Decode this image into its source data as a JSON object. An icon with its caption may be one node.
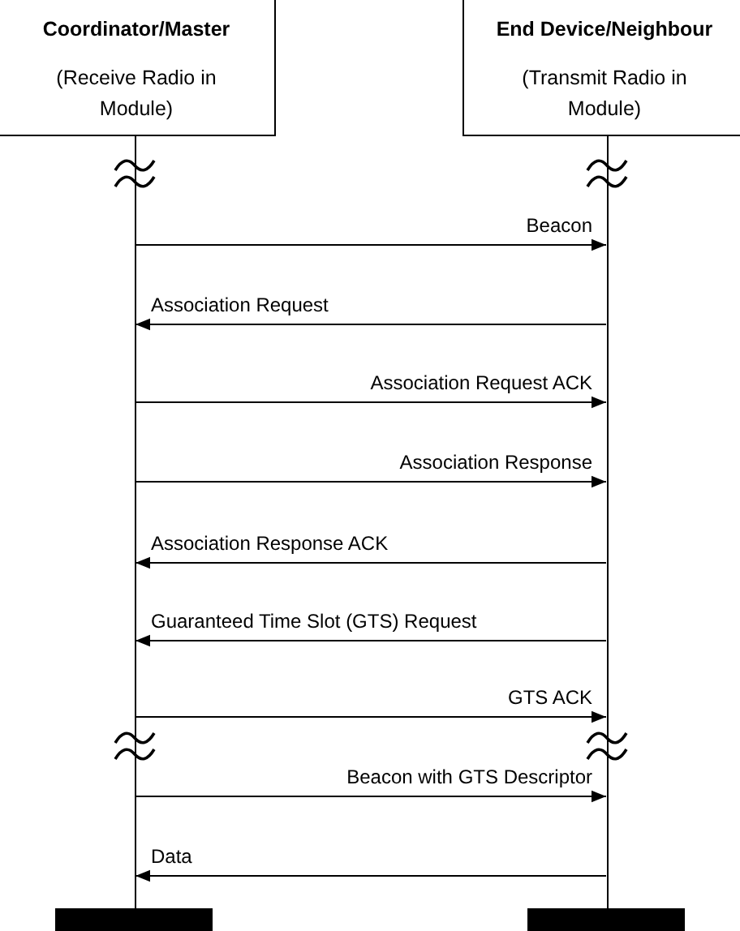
{
  "diagram": {
    "nodes": [
      {
        "text": [
          "Coordinator/Master",
          "(Receive Radio in Module)"
        ]
      },
      {
        "text": [
          "End Device/Neighbour",
          "(Transmit Radio in Module)"
        ]
      },
      {
        "text": [],
        "shape": "box"
      },
      {
        "text": [],
        "shape": "box"
      },
      {
        "text": [],
        "shape": "bar"
      },
      {
        "text": [],
        "shape": "bar"
      }
    ],
    "edges": [
      {
        "from": 2,
        "to": 3,
        "arrow": "to",
        "label": "Beacon"
      },
      {
        "from": 3,
        "to": 2,
        "arrow": "to",
        "label": "Association Request"
      },
      {
        "from": 2,
        "to": 3,
        "arrow": "to",
        "label": "Association Request ACK"
      },
      {
        "from": 2,
        "to": 3,
        "arrow": "to",
        "label": "Association Response"
      },
      {
        "from": 3,
        "to": 2,
        "arrow": "to",
        "label": "Association Response ACK"
      },
      {
        "from": 3,
        "to": 2,
        "arrow": "to",
        "label": "Guaranteed Time Slot (GTS) Request"
      },
      {
        "from": 2,
        "to": 3,
        "arrow": "to",
        "label": "GTS ACK"
      },
      {
        "from": 2,
        "to": 3,
        "arrow": "to",
        "label": "Beacon with GTS Descriptor"
      },
      {
        "from": 3,
        "to": 2,
        "arrow": "to",
        "label": "Data"
      }
    ]
  }
}
